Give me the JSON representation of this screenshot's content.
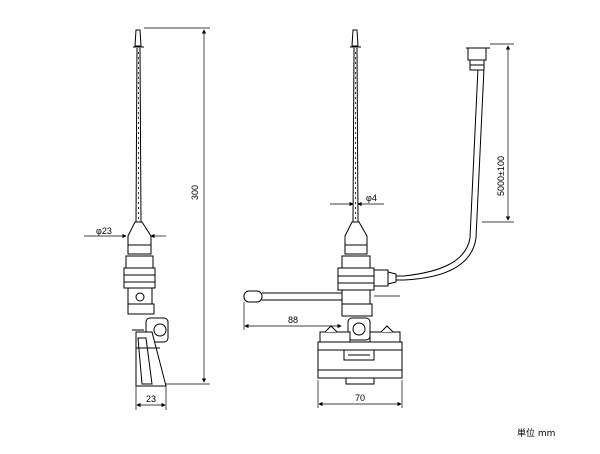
{
  "dimensions": {
    "left_height": "300",
    "left_diameter": "φ23",
    "left_base_width": "23",
    "center_rod_diameter": "φ4",
    "center_arm_length": "88",
    "center_base_width": "70",
    "cable_length": "5000±100"
  },
  "units_label": "単位 mm"
}
